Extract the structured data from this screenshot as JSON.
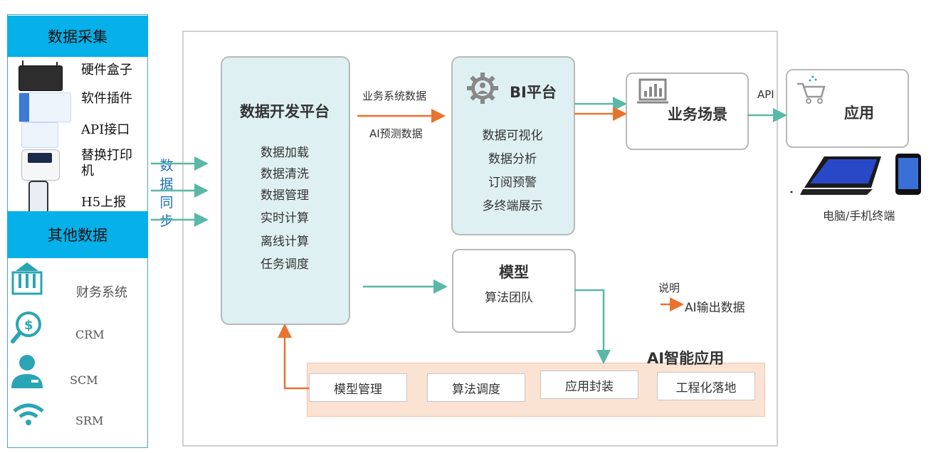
{
  "collection": {
    "title": "数据采集",
    "items": [
      {
        "label": "硬件盒子",
        "icon": "hardware-box-icon"
      },
      {
        "label": "软件插件",
        "icon": "software-plugin-icon"
      },
      {
        "label": "API接口",
        "icon": "api-interface-icon"
      },
      {
        "label": "替换打印机",
        "icon": "printer-icon"
      },
      {
        "label": "H5上报",
        "icon": "phone-icon"
      }
    ]
  },
  "other": {
    "title": "其他数据",
    "items": [
      {
        "label": "财务系统",
        "icon": "bank-icon"
      },
      {
        "label": "CRM",
        "icon": "money-search-icon"
      },
      {
        "label": "SCM",
        "icon": "person-icon"
      },
      {
        "label": "SRM",
        "icon": "wifi-icon"
      }
    ]
  },
  "sync_label": [
    "数",
    "据",
    "同",
    "步"
  ],
  "dev_platform": {
    "title": "数据开发平台",
    "items": [
      "数据加载",
      "数据清洗",
      "数据管理",
      "实时计算",
      "离线计算",
      "任务调度"
    ]
  },
  "flow_labels": {
    "business_data": "业务系统数据",
    "ai_data": "AI预测数据",
    "api": "API"
  },
  "bi_platform": {
    "title": "BI平台",
    "items": [
      "数据可视化",
      "数据分析",
      "订阅预警",
      "多终端展示"
    ]
  },
  "business_scene": {
    "title": "业务场景"
  },
  "application": {
    "title": "应用"
  },
  "terminals": {
    "label": "电脑/手机终端"
  },
  "model": {
    "title": "模型",
    "subtitle": "算法团队"
  },
  "legend": {
    "title": "说明",
    "item": "AI输出数据"
  },
  "ai_app": {
    "title": "AI智能应用",
    "items": [
      "模型管理",
      "算法调度",
      "应用封装",
      "工程化落地"
    ]
  },
  "colors": {
    "teal_arrow": "#5ab8a8",
    "orange_arrow": "#e8732e",
    "band_blue": "#06b0e8",
    "teal_box": "#dff0f2",
    "ai_strip": "#fbe3d4"
  }
}
